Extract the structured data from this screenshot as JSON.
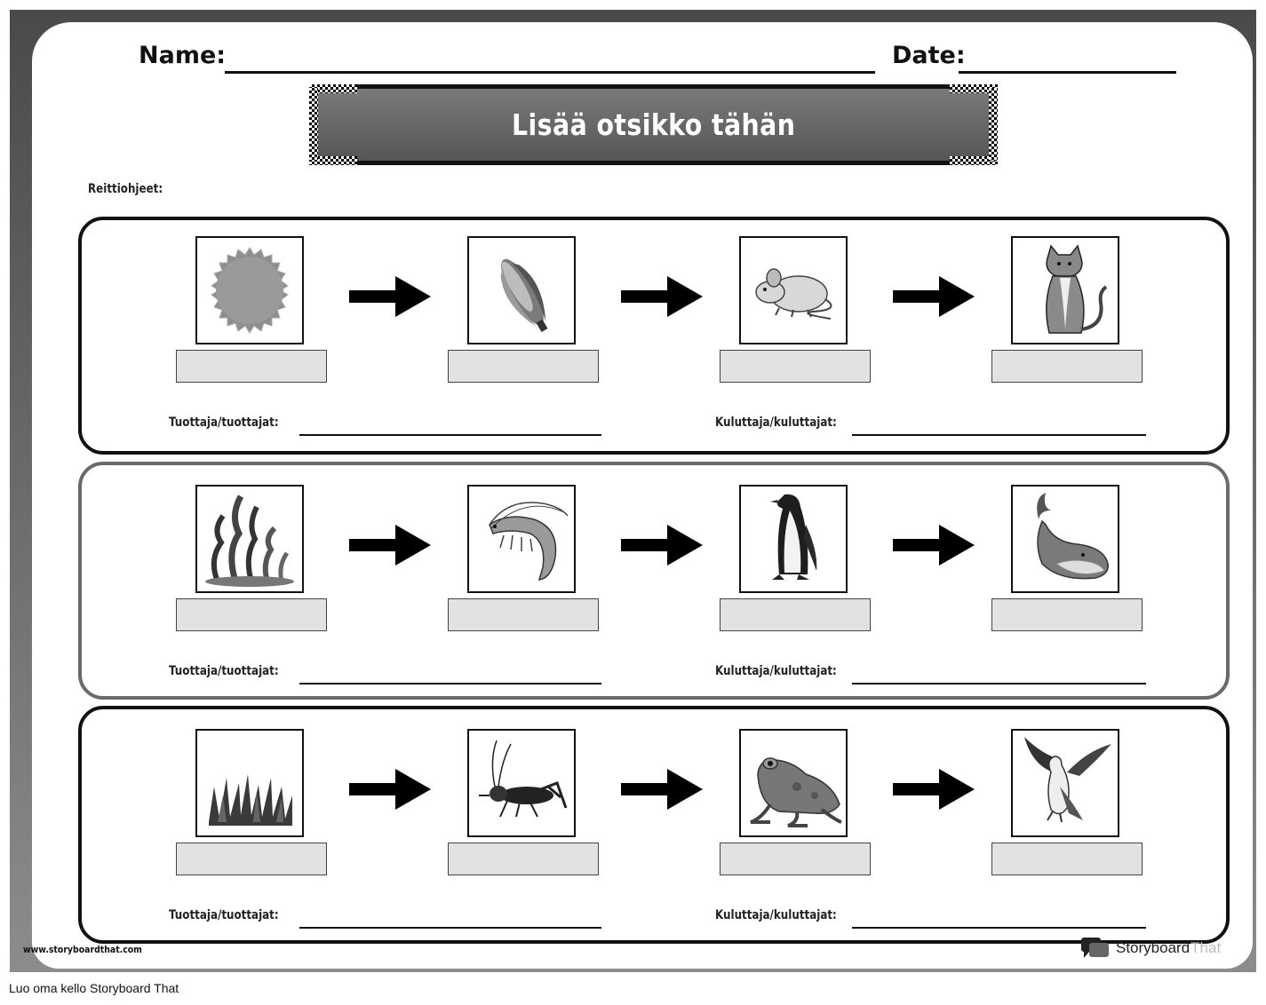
{
  "header": {
    "name_label": "Name:",
    "date_label": "Date:"
  },
  "title": "Lisää otsikko tähän",
  "directions_label": "Reittiohjeet:",
  "chains": [
    {
      "organisms": [
        {
          "icon": "sun-icon"
        },
        {
          "icon": "corn-icon"
        },
        {
          "icon": "mouse-icon"
        },
        {
          "icon": "cat-icon"
        }
      ],
      "producer_label": "Tuottaja/tuottajat:",
      "consumer_label": "Kuluttaja/kuluttajat:"
    },
    {
      "organisms": [
        {
          "icon": "seaweed-icon"
        },
        {
          "icon": "shrimp-icon"
        },
        {
          "icon": "penguin-icon"
        },
        {
          "icon": "whale-icon"
        }
      ],
      "producer_label": "Tuottaja/tuottajat:",
      "consumer_label": "Kuluttaja/kuluttajat:"
    },
    {
      "organisms": [
        {
          "icon": "grass-icon"
        },
        {
          "icon": "cricket-icon"
        },
        {
          "icon": "frog-icon"
        },
        {
          "icon": "eagle-icon"
        }
      ],
      "producer_label": "Tuottaja/tuottajat:",
      "consumer_label": "Kuluttaja/kuluttajat:"
    }
  ],
  "watermark": {
    "site": "www.storyboardthat.com",
    "brand_story": "Storyboard",
    "brand_that": "That"
  },
  "footer_text": "Luo oma kello Storyboard That"
}
